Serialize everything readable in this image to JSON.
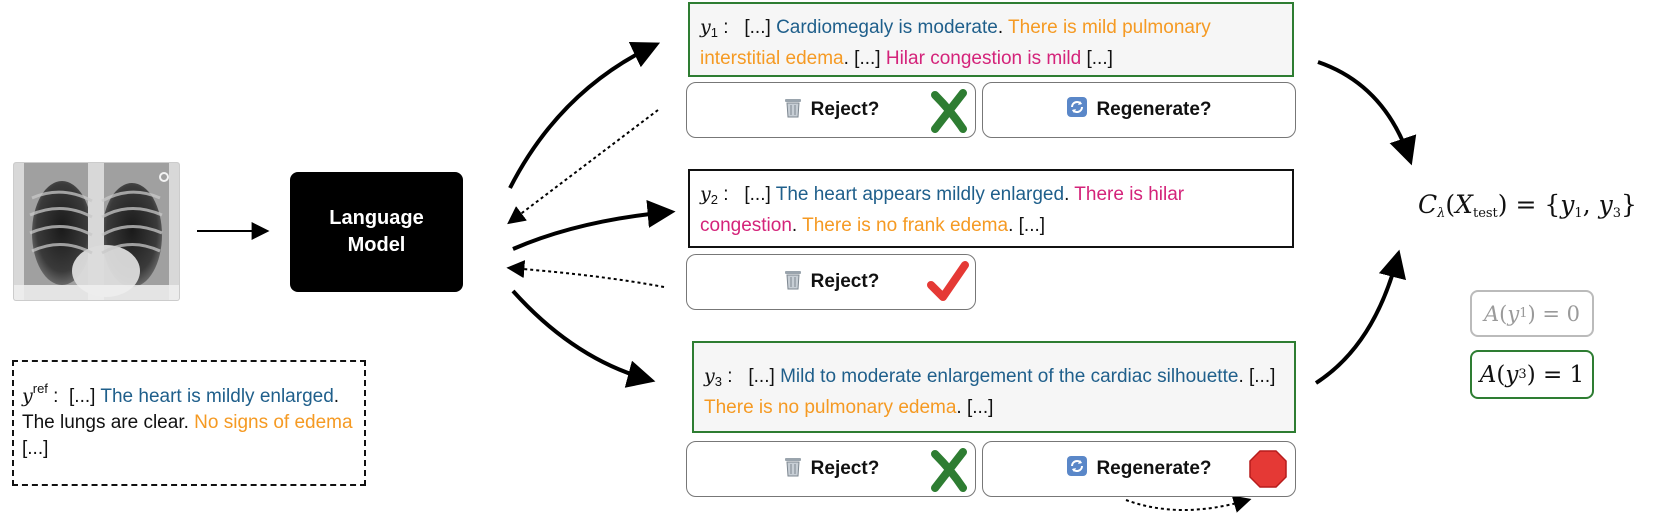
{
  "model": {
    "label": "Language\nModel"
  },
  "reference": {
    "var": "y",
    "sup": "ref",
    "lead": "[...]",
    "segments": [
      {
        "text": "The heart is mildly enlarged",
        "color": "blue"
      },
      {
        "text": ".  The lungs are clear. ",
        "color": "black"
      },
      {
        "text": "No signs of edema",
        "color": "orange"
      },
      {
        "text": " [...]",
        "color": "black"
      }
    ]
  },
  "reports": [
    {
      "var": "y",
      "sub": "1",
      "lead": "[...]",
      "segments": [
        {
          "text": "Cardiomegaly is moderate",
          "color": "blue"
        },
        {
          "text": ". ",
          "color": "black"
        },
        {
          "text": "There is mild pulmonary interstitial edema",
          "color": "orange"
        },
        {
          "text": ". [...] ",
          "color": "black"
        },
        {
          "text": "Hilar congestion is mild",
          "color": "pink"
        },
        {
          "text": " [...]",
          "color": "black"
        }
      ]
    },
    {
      "var": "y",
      "sub": "2",
      "lead": "[...]",
      "segments": [
        {
          "text": "The heart appears mildly enlarged",
          "color": "blue"
        },
        {
          "text": ". ",
          "color": "black"
        },
        {
          "text": "There is hilar congestion",
          "color": "pink"
        },
        {
          "text": ".  ",
          "color": "black"
        },
        {
          "text": "There is no  frank edema",
          "color": "orange"
        },
        {
          "text": ".  [...]",
          "color": "black"
        }
      ]
    },
    {
      "var": "y",
      "sub": "3",
      "lead": "[...]",
      "segments": [
        {
          "text": "Mild to moderate enlargement of  the cardiac silhouette",
          "color": "blue"
        },
        {
          "text": ".  [...] ",
          "color": "black"
        },
        {
          "text": "There is no pulmonary edema",
          "color": "orange"
        },
        {
          "text": ". [...]",
          "color": "black"
        }
      ]
    }
  ],
  "buttons": {
    "reject": "Reject?",
    "regenerate": "Regenerate?",
    "reject_icon": "trash-icon",
    "regenerate_icon": "refresh-icon"
  },
  "status_icons": {
    "y1": "green-cross-icon",
    "y2": "red-check-icon",
    "y3": "green-cross-icon",
    "y3_regen": "stop-sign-icon"
  },
  "conformal_set": {
    "lhs_var": "C",
    "lhs_sub": "λ",
    "arg_var": "X",
    "arg_sub": "test",
    "members": [
      "y1",
      "y3"
    ]
  },
  "admission": [
    {
      "label": "A(y1) = 0",
      "value": 0
    },
    {
      "label": "A(y3) = 1",
      "value": 1
    }
  ],
  "colors": {
    "blue": "#1f5f8b",
    "orange": "#f59a23",
    "pink": "#d4237a",
    "green": "#2e7d32",
    "red": "#e53935"
  }
}
